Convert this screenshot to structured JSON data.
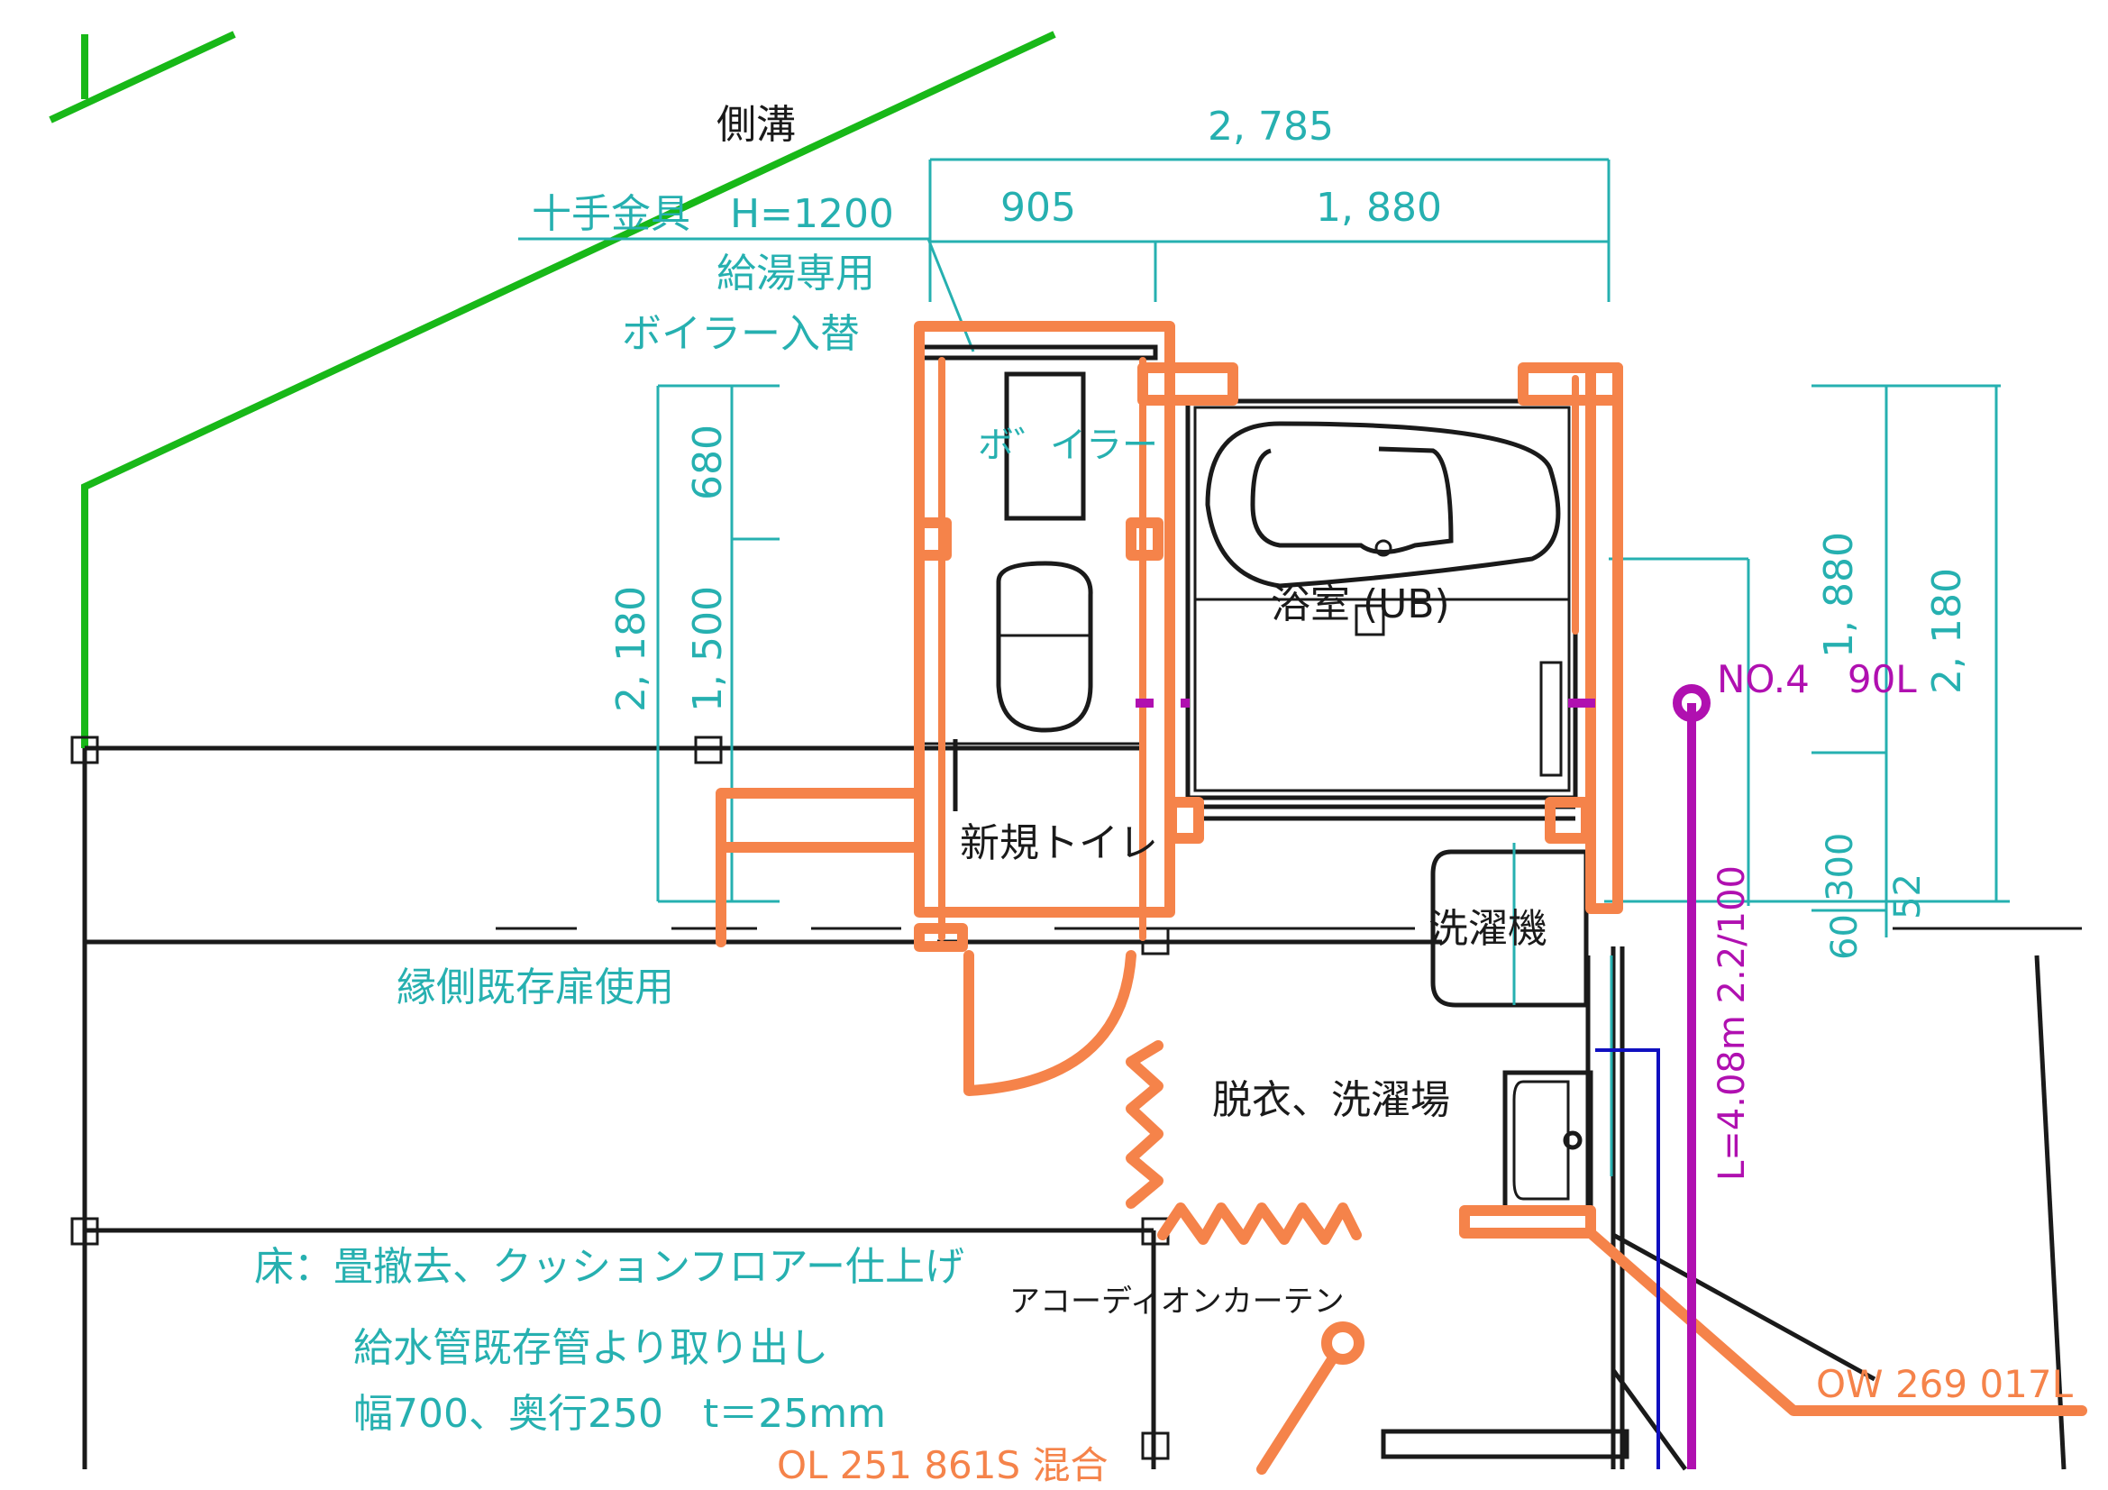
{
  "colors": {
    "dimension": "#26b0b0",
    "new_wall": "#f5834a",
    "boundary": "#18b818",
    "drain": "#b010b0",
    "water_pipe": "#1010c0",
    "existing": "#1a1a1a"
  },
  "labels": {
    "side_ditch": "側溝",
    "handrail": "十手金具　H=1200",
    "hot_water_only": "給湯専用",
    "boiler_replace": "ボイラー入替",
    "boiler": "ボ゛イラー",
    "bathroom": "浴室 (UB)",
    "new_toilet": "新規トイレ",
    "washing_machine": "洗濯機",
    "changing_laundry": "脱衣、洗濯場",
    "engawa_door": "縁側既存扉使用",
    "accordion_curtain": "アコーディオンカーテン",
    "drain_no": "NO.4　90L",
    "drain_length": "L=4.08m 2.2/100",
    "part_ow": "OW 269 017L",
    "part_ol": "OL 251 861S 混合",
    "note_floor": "床：畳撤去、クッションフロアー仕上げ",
    "note_supply": "給水管既存管より取り出し",
    "note_size": "幅700、奥行250　t＝25mm"
  },
  "dimensions": {
    "top_total": "2, 785",
    "top_left": "905",
    "top_right": "1, 880",
    "left_total": "2, 180",
    "left_upper": "680",
    "left_lower": "1, 500",
    "right_1880": "1, 880",
    "right_2180": "2, 180",
    "right_300": "300",
    "right_60": "60",
    "right_52": "52"
  }
}
